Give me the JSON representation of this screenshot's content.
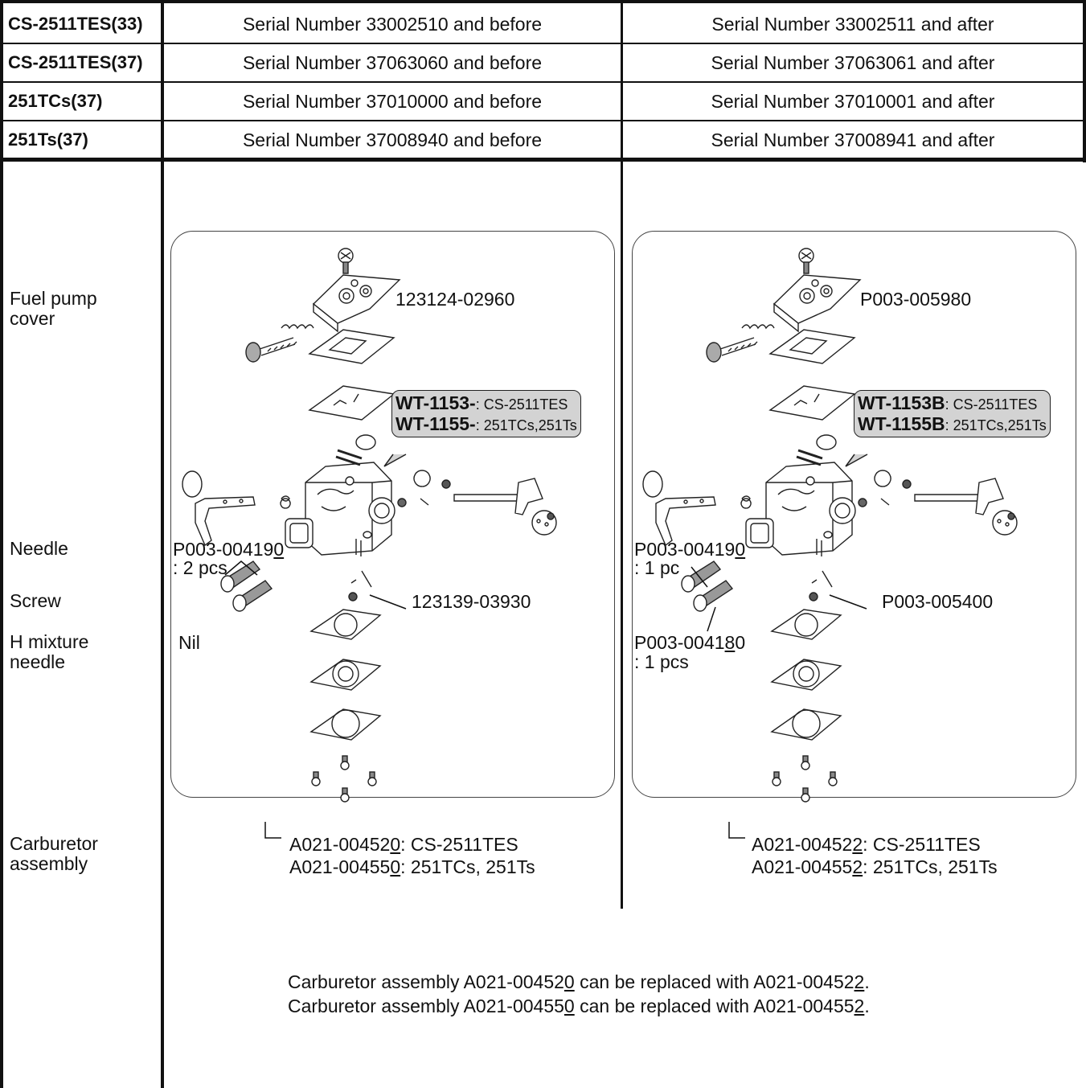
{
  "table": {
    "rows": [
      {
        "model": "CS-2511TES(33)",
        "before": "Serial Number 33002510 and before",
        "after": "Serial Number 33002511 and after"
      },
      {
        "model": "CS-2511TES(37)",
        "before": "Serial Number 37063060 and before",
        "after": "Serial Number 37063061 and after"
      },
      {
        "model": "251TCs(37)",
        "before": "Serial Number 37010000 and before",
        "after": "Serial Number 37010001 and after"
      },
      {
        "model": "251Ts(37)",
        "before": "Serial Number 37008940 and before",
        "after": "Serial Number 37008941 and after"
      }
    ]
  },
  "labels": {
    "fuel_pump_cover_1": "Fuel pump",
    "fuel_pump_cover_2": "cover",
    "needle": "Needle",
    "screw": "Screw",
    "h_mixture_1": "H mixture",
    "h_mixture_2": "needle",
    "carb_assembly_1": "Carburetor",
    "carb_assembly_2": "assembly"
  },
  "before": {
    "pump_cover_part": "123124-02960",
    "callout_1_code": "WT-1153-",
    "callout_1_text": ": CS-2511TES",
    "callout_2_code": "WT-1155-",
    "callout_2_text": ": 251TCs,251Ts",
    "needle_part_a": "P003-0041",
    "needle_part_b": "9",
    "needle_part_c": "0",
    "needle_qty": ": 2 pcs",
    "screw_part": "123139-03930",
    "h_needle": "Nil",
    "assy_1_a": "A021-00452",
    "assy_1_b": "0",
    "assy_1_c": ": CS-2511TES",
    "assy_2_a": "A021-00455",
    "assy_2_b": "0",
    "assy_2_c": ": 251TCs, 251Ts"
  },
  "after": {
    "pump_cover_part": "P003-005980",
    "callout_1_code": "WT-1153B",
    "callout_1_text": ": CS-2511TES",
    "callout_2_code": "WT-1155B",
    "callout_2_text": ": 251TCs,251Ts",
    "needle_part_a": "P003-0041",
    "needle_part_b": "9",
    "needle_part_c": "0",
    "needle_qty": ": 1 pc",
    "screw_part": "P003-005400",
    "h_needle_a": "P003-0041",
    "h_needle_b": "8",
    "h_needle_c": "0",
    "h_needle_qty": ": 1 pcs",
    "assy_1_a": "A021-00452",
    "assy_1_b": "2",
    "assy_1_c": ": CS-2511TES",
    "assy_2_a": "A021-00455",
    "assy_2_b": "2",
    "assy_2_c": ": 251TCs, 251Ts"
  },
  "note": {
    "line1_a": "Carburetor assembly A021-00452",
    "line1_b": "0",
    "line1_c": " can be replaced with A021-00452",
    "line1_d": "2",
    "line1_e": ".",
    "line2_a": "Carburetor assembly A021-00455",
    "line2_b": "0",
    "line2_c": " can be replaced with A021-00455",
    "line2_d": "2",
    "line2_e": "."
  }
}
